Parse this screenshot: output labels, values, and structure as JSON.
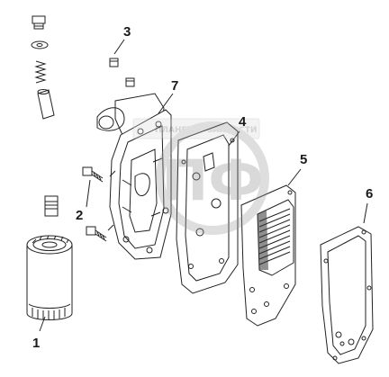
{
  "callouts": {
    "c1": "1",
    "c2": "2",
    "c3": "3",
    "c4": "4",
    "c5": "5",
    "c6": "6",
    "c7": "7"
  },
  "watermark": {
    "logo_text": "ПФ",
    "banner_left": "ПЛАНЕТА",
    "banner_right": "ЗАПЧАСТИ"
  }
}
